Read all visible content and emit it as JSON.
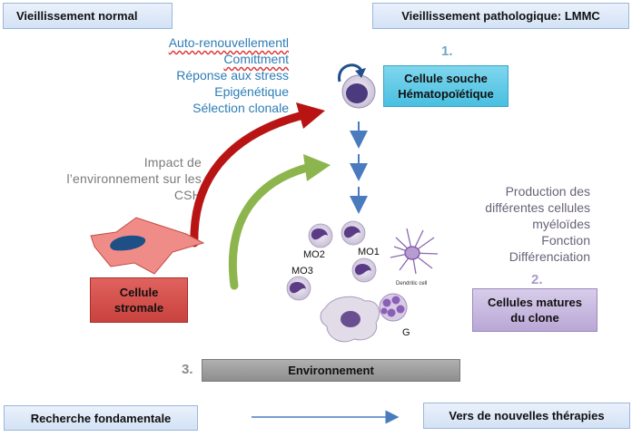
{
  "header": {
    "left_title": "Vieillissement normal",
    "right_title": "Vieillissement pathologique: LMMC"
  },
  "hsc_properties": [
    "Auto-renouvellementl",
    "Comittment",
    "Réponse aux stress",
    "Epigénétique",
    "Sélection clonale"
  ],
  "impact_text": [
    "Impact de",
    "l’environnement sur les",
    "CSH"
  ],
  "step1": {
    "number": "1.",
    "label_line1": "Cellule souche",
    "label_line2": "Hématopoïétique"
  },
  "production_text": [
    "Production des",
    "différentes cellules",
    "myéloïdes",
    "Fonction",
    "Différenciation"
  ],
  "step2": {
    "number": "2.",
    "label_line1": "Cellules matures",
    "label_line2": "du clone"
  },
  "stromal": {
    "label_line1": "Cellule",
    "label_line2": "stromale"
  },
  "cell_labels": {
    "mo2": "MO2",
    "mo1": "MO1",
    "mo3": "MO3",
    "dendritic": "Dendritic cell",
    "g": "G"
  },
  "step3": {
    "number": "3.",
    "label": "Environnement"
  },
  "footer": {
    "left": "Recherche fondamentale",
    "right": "Vers de nouvelles thérapies"
  },
  "colors": {
    "blue_text": "#2e7db5",
    "gray_text": "#7a7a7a",
    "purple_text": "#6a6278",
    "step_number": "#6fa9c0",
    "step2_number": "#a899c8",
    "hsc_box": "#5bc8e6",
    "mature_box": "#c5b6dc",
    "stromal_box": "#d9534f",
    "environment_box": "#9c9c9c",
    "red_arrow": "#b81414",
    "green_arrow": "#8db54e",
    "blue_arrow": "#4a7bbf"
  },
  "icons": [
    "hsc-cell-icon",
    "self-renewal-arrow-icon",
    "stromal-cell-icon",
    "monocyte-icon",
    "dendritic-cell-icon",
    "macrophage-icon",
    "granulocyte-icon"
  ]
}
